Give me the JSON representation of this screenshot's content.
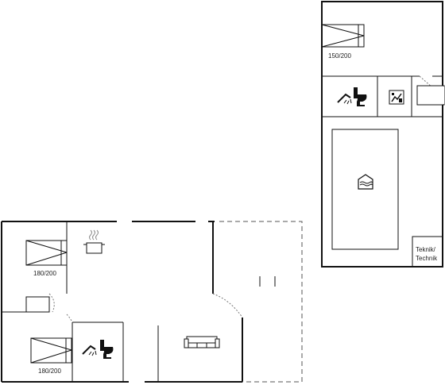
{
  "upper_unit": {
    "bed_label": "150/200",
    "technik_label_line1": "Teknik/",
    "technik_label_line2": "Technik",
    "icons": [
      "bed-icon",
      "shower-icon",
      "toilet-icon",
      "sauna-icon",
      "pool-icon"
    ]
  },
  "lower_unit": {
    "bed_top_label": "180/200",
    "bed_bottom_label": "180/200",
    "icons": [
      "bed-icon",
      "cooking-pot-icon",
      "shower-icon",
      "toilet-icon",
      "sofa-icon"
    ]
  }
}
